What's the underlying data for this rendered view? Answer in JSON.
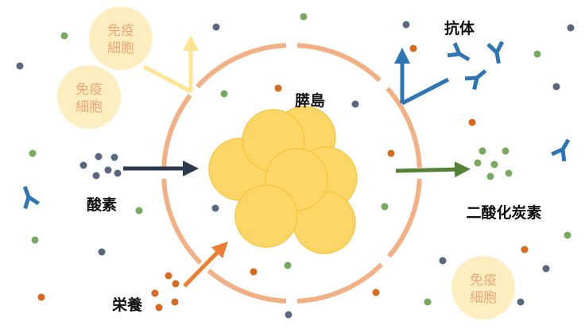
{
  "labels": {
    "islet": "膵島",
    "oxygen": "酸素",
    "nutrients": "栄養",
    "antibody": "抗体",
    "co2": "二酸化炭素"
  },
  "immune_cells": [
    {
      "line1": "免疫",
      "line2": "細胞"
    },
    {
      "line1": "免疫",
      "line2": "細胞"
    },
    {
      "line1": "免疫",
      "line2": "細胞"
    }
  ],
  "colors": {
    "membrane": "#f4b085",
    "cell_fill": "#fdd668",
    "cell_stroke": "#f9c232",
    "navy": "#5a6780",
    "green": "#77a95e",
    "orange": "#d9691f",
    "antibody": "#2e75b6",
    "immune_fill": "#fdeebf",
    "immune_y": "#fde593",
    "oxygen_arrow": "#2d3a4e",
    "co2_arrow": "#548235",
    "nutrient_arrow": "#ed7d31"
  }
}
